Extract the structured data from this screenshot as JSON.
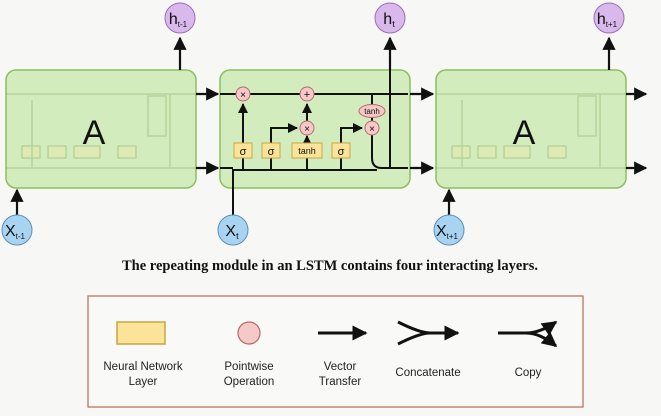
{
  "diagram": {
    "cells": {
      "left_label": "A",
      "right_label": "A"
    },
    "inputs": {
      "prev": {
        "base": "X",
        "sub": "t-1"
      },
      "curr": {
        "base": "X",
        "sub": "t"
      },
      "next": {
        "base": "X",
        "sub": "t+1"
      }
    },
    "outputs": {
      "prev": {
        "base": "h",
        "sub": "t-1"
      },
      "curr": {
        "base": "h",
        "sub": "t"
      },
      "next": {
        "base": "h",
        "sub": "t+1"
      }
    },
    "layers": {
      "sigma": "σ",
      "tanh": "tanh"
    },
    "ops": {
      "times": "×",
      "plus": "+",
      "tanh": "tanh"
    }
  },
  "caption": "The repeating module in an LSTM contains four interacting layers.",
  "legend": {
    "neural_layer": {
      "line1": "Neural Network",
      "line2": "Layer"
    },
    "pointwise": {
      "line1": "Pointwise",
      "line2": "Operation"
    },
    "vector_transfer": {
      "line1": "Vector",
      "line2": "Transfer"
    },
    "concatenate": "Concatenate",
    "copy": "Copy"
  },
  "colors": {
    "cell_fill": "#d3ecbd",
    "cell_stroke": "#8cbf5f",
    "layer_fill": "#fbe49a",
    "layer_stroke": "#c8a640",
    "op_fill": "#f7c8c8",
    "op_stroke": "#b46a6a",
    "input_fill": "#a8d4f2",
    "output_fill": "#d9b8ec",
    "legend_border": "#b86a50"
  }
}
